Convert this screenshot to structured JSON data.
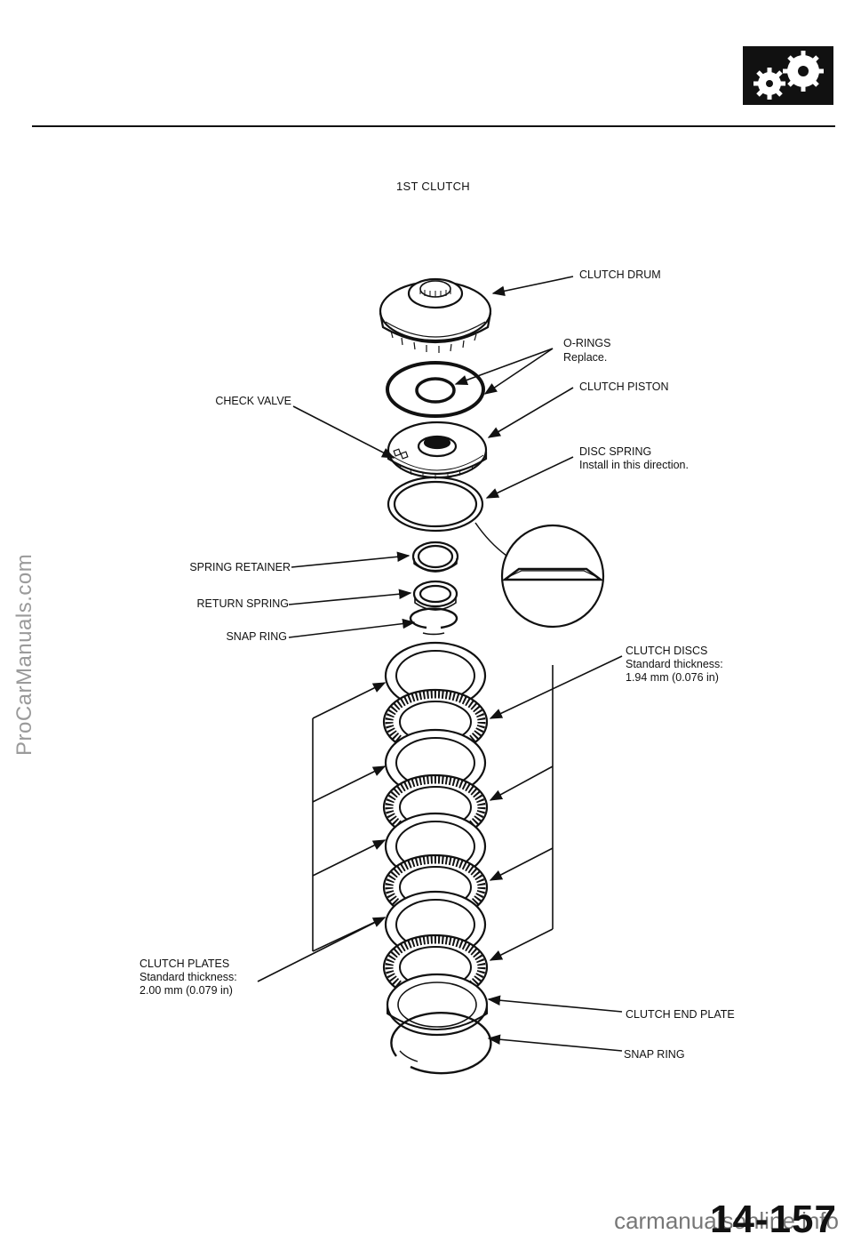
{
  "header": {
    "gear_icon": "gear-icon"
  },
  "diagram": {
    "title": "1ST CLUTCH",
    "labels": {
      "clutch_drum": "CLUTCH  DRUM",
      "o_rings": "O-RINGS",
      "o_rings_note": "Replace.",
      "clutch_piston": "CLUTCH  PISTON",
      "check_valve": "CHECK  VALVE",
      "disc_spring": "DISC  SPRING",
      "disc_spring_note": "Install  in this  direction.",
      "spring_retainer": "SPRING RETAINER",
      "return_spring": "RETURN SPRING",
      "snap_ring_upper": "SNAP RING",
      "clutch_discs": "CLUTCH DISCS",
      "clutch_discs_std": "Standard thickness:",
      "clutch_discs_value": "1.94  mm  (0.076  in)",
      "clutch_plates": "CLUTCH PLATES",
      "clutch_plates_std": "Standard  thickness:",
      "clutch_plates_value": "2.00  mm  (0.079  in)",
      "clutch_end_plate": "CLUTCH END PLATE",
      "snap_ring_lower": "SNAP RING"
    }
  },
  "footer": {
    "page_number": "14-157",
    "watermark": "ProCarManuals.com",
    "site": "carmanualsonline.info"
  }
}
